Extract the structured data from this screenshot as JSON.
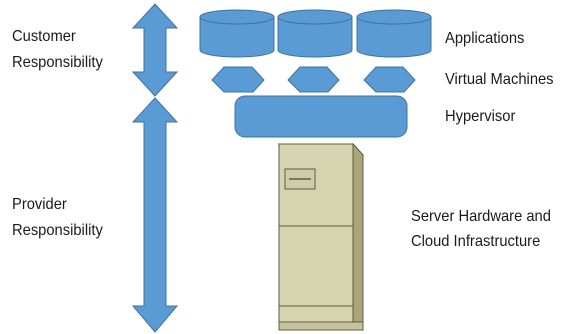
{
  "labels": {
    "customer_line1": "Customer",
    "customer_line2": "Responsibility",
    "provider_line1": "Provider",
    "provider_line2": "Responsibility",
    "applications": "Applications",
    "virtual_machines": "Virtual Machines",
    "hypervisor": "Hypervisor",
    "server_line1": "Server Hardware and",
    "server_line2": "Cloud Infrastructure"
  },
  "colors": {
    "blue_fill": "#5b9bd5",
    "blue_stroke": "#41719c",
    "server_fill": "#d6d3b0",
    "server_side": "#a9a67a",
    "server_stroke": "#5f5d3f"
  },
  "icons": {
    "applications": "cylinder-icon",
    "virtual_machines": "pentagon-icon",
    "hypervisor": "rounded-box-icon",
    "server": "server-tower-icon"
  }
}
